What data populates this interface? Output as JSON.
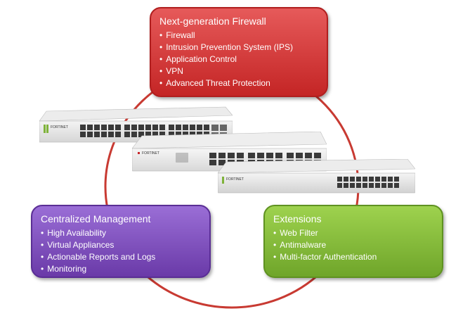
{
  "ngfw": {
    "title": "Next-generation Firewall",
    "items": [
      "Firewall",
      "Intrusion Prevention System (IPS)",
      "Application Control",
      "VPN",
      "Advanced Threat Protection"
    ]
  },
  "management": {
    "title": "Centralized Management",
    "items": [
      "High Availability",
      "Virtual Appliances",
      "Actionable Reports and Logs",
      "Monitoring"
    ]
  },
  "extensions": {
    "title": "Extensions",
    "items": [
      "Web Filter",
      "Antimalware",
      "Multi-factor Authentication"
    ]
  },
  "appliances": {
    "brand": "FORTINET"
  },
  "colors": {
    "ring": "#c0392b",
    "ngfw": "#d23a3a",
    "management": "#7b4cbf",
    "extensions": "#86bc3a"
  }
}
